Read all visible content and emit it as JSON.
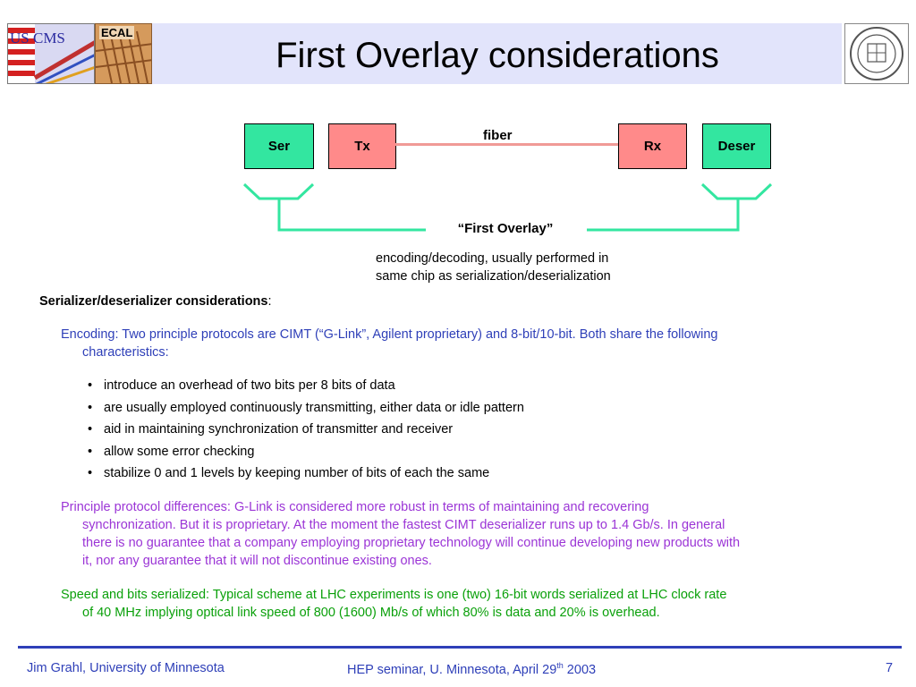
{
  "header": {
    "title": "First Overlay considerations",
    "logo_left_text": "US CMS",
    "logo_ecal_text": "ECAL"
  },
  "diagram": {
    "blocks": {
      "ser": "Ser",
      "tx": "Tx",
      "rx": "Rx",
      "deser": "Deser"
    },
    "fiber_label": "fiber",
    "overlay_label": "“First Overlay”",
    "overlay_desc_line1": "encoding/decoding, usually performed in",
    "overlay_desc_line2": "same chip as serialization/deserialization",
    "colors": {
      "block_green": "#33e6a0",
      "block_pink": "#ff8a8a",
      "bracket": "#33e6a0",
      "fiber": "#f09a96"
    }
  },
  "body": {
    "heading": "Serializer/deserializer considerations",
    "heading_suffix": ":",
    "encoding_first": "Encoding:  Two principle protocols are CIMT (“G-Link”, Agilent proprietary) and 8-bit/10-bit.  Both share the following",
    "encoding_rest": "characteristics:",
    "bullets": [
      "introduce an overhead of two bits per 8 bits of data",
      "are usually employed continuously transmitting, either data or idle pattern",
      "aid in maintaining synchronization of transmitter and receiver",
      "allow some error checking",
      "stabilize 0 and 1 levels by keeping number of bits of each the same"
    ],
    "differences_lines": [
      "Principle protocol differences:  G-Link is considered more robust in terms of maintaining and recovering",
      "synchronization.  But it is proprietary.  At the moment the fastest CIMT deserializer runs up to 1.4 Gb/s.  In general",
      "there is no guarantee that a company employing proprietary technology will continue developing new products with",
      "it, nor any guarantee that it will not discontinue existing ones."
    ],
    "speed_lines": [
      "Speed and bits serialized:  Typical scheme at LHC experiments is one (two) 16-bit words serialized at LHC clock rate",
      "of 40 MHz implying optical link speed of 800 (1600) Mb/s of which 80% is data and 20% is overhead."
    ],
    "colors": {
      "encoding": "#2e3fb8",
      "differences": "#9b35d6",
      "speed": "#0aa00a"
    }
  },
  "footer": {
    "author": "Jim Grahl, University of Minnesota",
    "event_prefix": "HEP seminar, U. Minnesota, April 29",
    "event_sup": "th",
    "event_suffix": " 2003",
    "page_number": "7"
  }
}
